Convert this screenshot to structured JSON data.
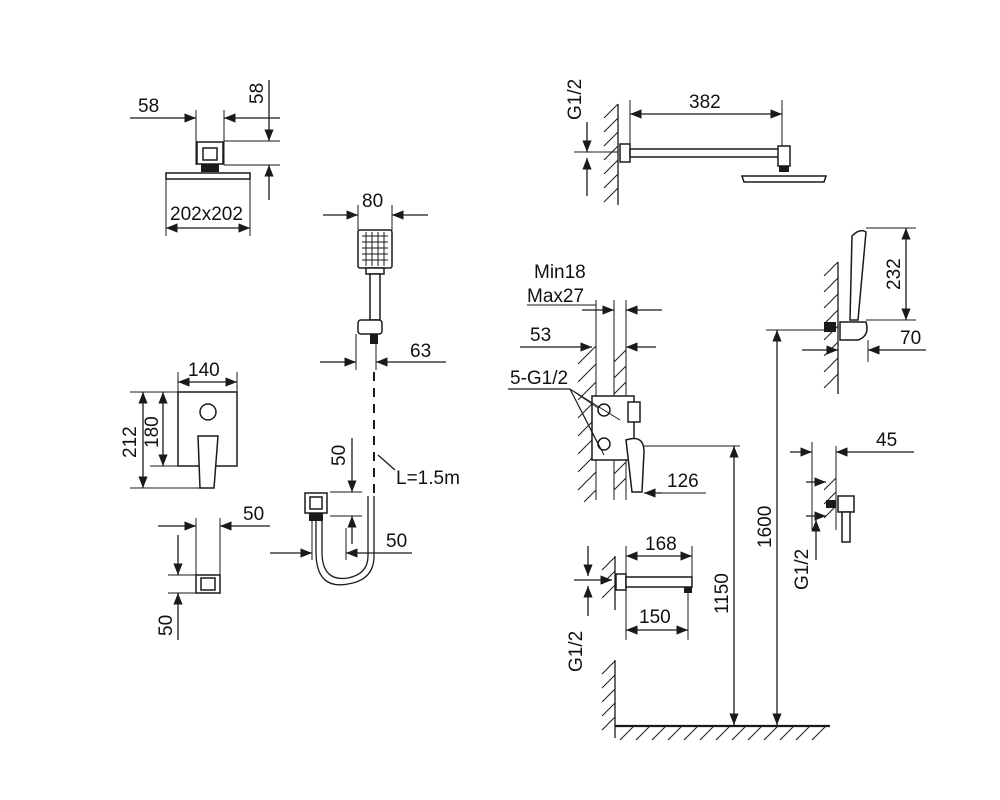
{
  "labels": {
    "head_width": "58",
    "head_height": "58",
    "head_size": "202x202",
    "hand_width": "80",
    "hand_offset": "63",
    "hose_bracket_height": "50",
    "hose_length": "L=1.5m",
    "bracket_offset": "50",
    "valve_width": "140",
    "valve_outer_height": "212",
    "valve_inner_height": "180",
    "outlet_width": "50",
    "outlet_height": "50",
    "inlet_top": "G1/2",
    "arm_length": "382",
    "wall_min": "Min18",
    "wall_max": "Max27",
    "recess_depth": "53",
    "ports": "5-G1/2",
    "valve_protrusion": "126",
    "hand_height": "232",
    "holder_depth": "70",
    "height_1600": "1600",
    "outlet_spacing": "45",
    "inlet_right": "G1/2",
    "spout_length": "168",
    "spout_reach": "150",
    "height_1150": "1150",
    "inlet_bottom": "G1/2"
  }
}
